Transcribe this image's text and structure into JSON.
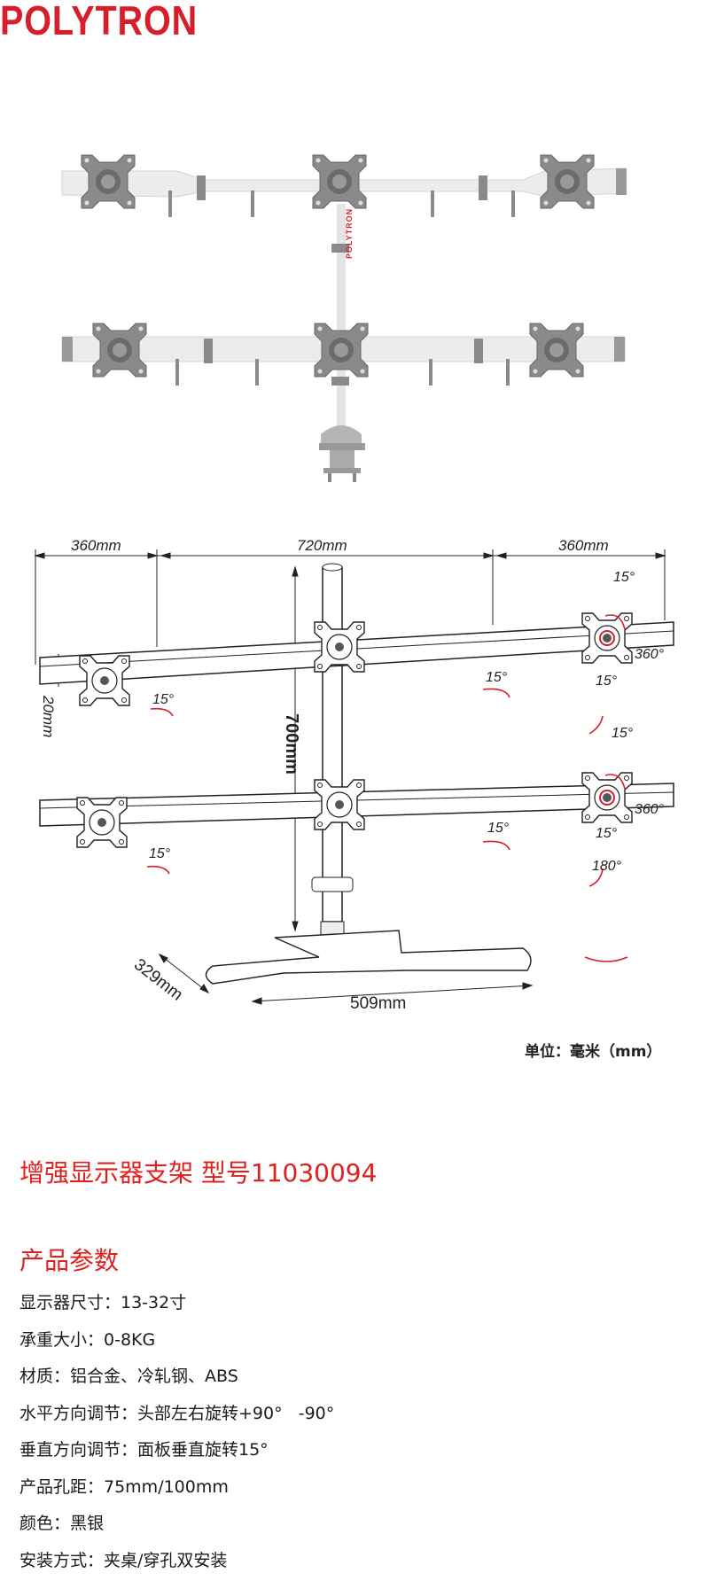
{
  "brand": {
    "logo_text": "POLYTRON",
    "pole_text": "POLYTRON",
    "color": "#d71f2b"
  },
  "diagram": {
    "width_left": "360mm",
    "width_center": "720mm",
    "width_right": "360mm",
    "height": "700mm",
    "bar_height": "20mm",
    "base_depth": "329mm",
    "base_width": "509mm",
    "unit_note": "单位：毫米（mm）",
    "angles": {
      "top_right_up": "15°",
      "top_right_rotate": "360°",
      "top_right_down": "15°",
      "top_joint_right": "15°",
      "top_joint_left": "15°",
      "bottom_right_up": "15°",
      "bottom_right_rotate": "360°",
      "bottom_right_down": "15°",
      "bottom_right_swivel": "180°",
      "bottom_joint_right": "15°",
      "bottom_joint_left": "15°"
    }
  },
  "product": {
    "title": "增强显示器支架 型号11030094",
    "specs_heading": "产品参数",
    "specs": [
      "显示器尺寸：13-32寸",
      "承重大小：0-8KG",
      "材质：铝合金、冷轧钢、ABS",
      "水平方向调节：头部左右旋转+90°   -90°",
      "垂直方向调节：面板垂直旋转15°",
      "产品孔距：75mm/100mm",
      "颜色：黑银",
      "安装方式：夹桌/穿孔双安装"
    ]
  },
  "colors": {
    "accent_red": "#e0201f",
    "text": "#1a1a1a"
  }
}
